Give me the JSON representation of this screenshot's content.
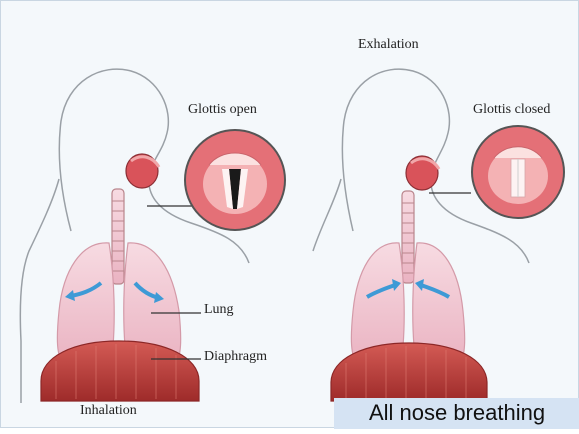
{
  "labels": {
    "top_right": "Exhalation",
    "bottom_left": "Inhalation",
    "glottis_left": "Glottis open",
    "glottis_right": "Glottis closed",
    "lung": "Lung",
    "diaphragm": "Diaphragm"
  },
  "caption": "All nose breathing",
  "colors": {
    "lung": "#f3c9d3",
    "diaphragm": "#c5403c",
    "arrow": "#3e9ad6",
    "trachea": "#b9858c",
    "caption_bg": "#d5e3f3"
  }
}
